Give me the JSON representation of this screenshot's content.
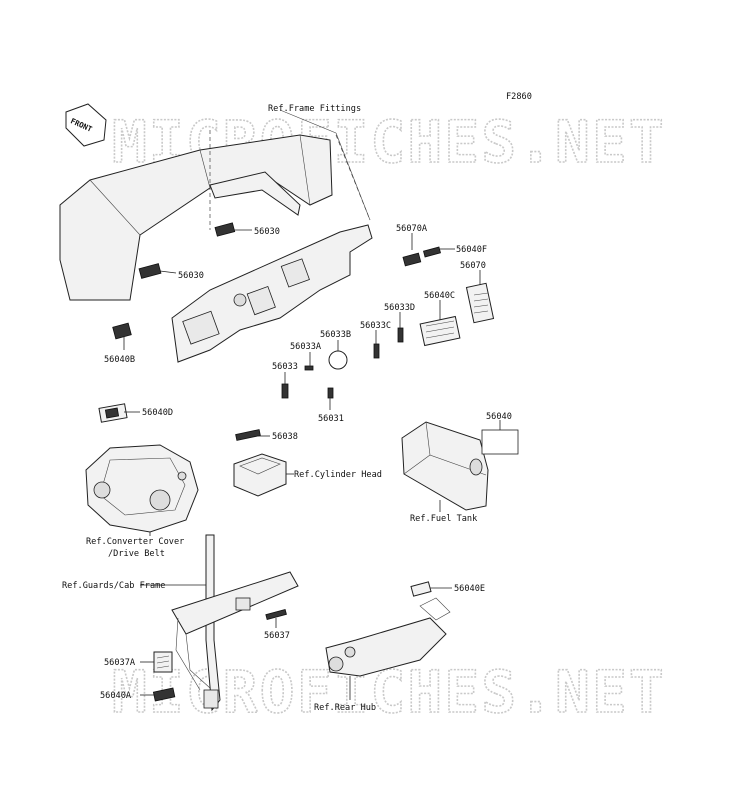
{
  "figure_code": "F2860",
  "watermark": "MICROFICHES.NET",
  "front_tag": "FRONT",
  "labels": {
    "frame_fittings": "Ref.Frame Fittings",
    "p56030_a": "56030",
    "p56030_b": "56030",
    "p56040B": "56040B",
    "p56070A": "56070A",
    "p56040F": "56040F",
    "p56070": "56070",
    "p56040C": "56040C",
    "p56033D": "56033D",
    "p56033C": "56033C",
    "p56033B": "56033B",
    "p56033A": "56033A",
    "p56033": "56033",
    "p56031": "56031",
    "p56040D": "56040D",
    "p56038": "56038",
    "cylinder_head": "Ref.Cylinder Head",
    "p56040": "56040",
    "fuel_tank": "Ref.Fuel Tank",
    "converter_cover_1": "Ref.Converter Cover",
    "converter_cover_2": "/Drive Belt",
    "guards_cab": "Ref.Guards/Cab Frame",
    "p56037": "56037",
    "p56040E": "56040E",
    "p56037A": "56037A",
    "p56040A": "56040A",
    "rear_hub": "Ref.Rear Hub"
  },
  "colors": {
    "line": "#222222",
    "watermark": "#c9c9c9",
    "label_fill": "#333333"
  }
}
